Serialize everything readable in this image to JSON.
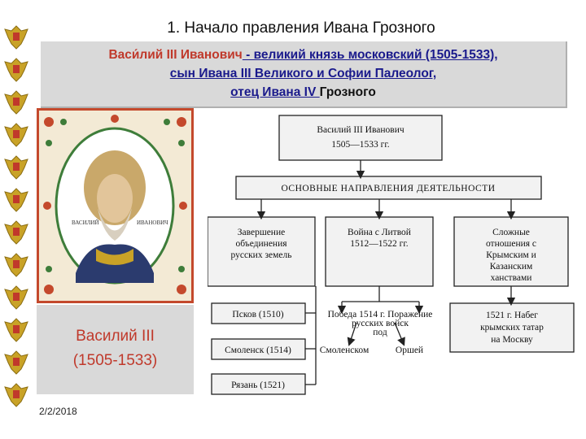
{
  "title": "1. Начало правления Ивана Грозного",
  "header": {
    "line1_name": "Васи́лий III Иванович",
    "line1_rest": " - великий князь московский (1505-1533),",
    "line2": "сын Ивана III Великого и Софии Палеолог,",
    "line3_link": "отец Ивана IV ",
    "line3_rest": "Грозного"
  },
  "portrait": {
    "left_label": "ВАСИЛИЙ",
    "right_label": "ИВАНОВИЧ"
  },
  "caption": {
    "name": "Василий III",
    "years": "(1505-1533)"
  },
  "date": "2/2/2018",
  "scheme": {
    "top_line1": "Василий III Иванович",
    "top_line2": "1505—1533 гг.",
    "main": "ОСНОВНЫЕ НАПРАВЛЕНИЯ ДЕЯТЕЛЬНОСТИ",
    "col1": [
      "Завершение",
      "объединения",
      "русских земель"
    ],
    "col2": [
      "Война с Литвой",
      "1512—1522 гг."
    ],
    "col3": [
      "Сложные",
      "отношения с",
      "Крымским и",
      "Казанским",
      "ханствами"
    ],
    "pskov": "Псков (1510)",
    "smolensk": "Смоленск (1514)",
    "ryazan": "Рязань (1521)",
    "war_line1": "Победа  1514 г.  Поражение",
    "war_line2": "русских войск",
    "war_line3": "под",
    "war_left": "Смоленском",
    "war_right": "Оршей",
    "raid_line1": "1521 г.   Набег",
    "raid_line2": "крымских татар",
    "raid_line3": "на Москву"
  }
}
